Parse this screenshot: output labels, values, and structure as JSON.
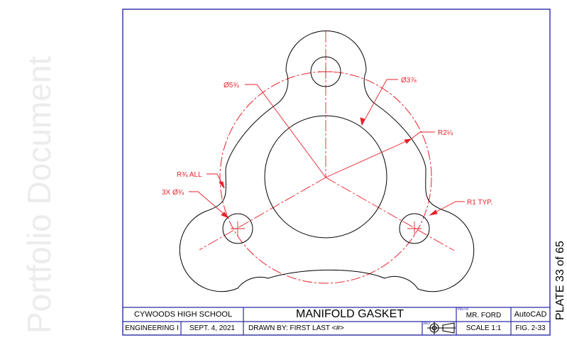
{
  "watermark": "Portfolio Document",
  "plate": "PLATE 33 of 65",
  "dimensions": {
    "d_bolt_circle": "Ø5¾",
    "d_center_hole": "Ø3⅞",
    "r_center": "R2¼",
    "r_fillet": "R¾ ALL",
    "bolt_holes": "3X Ø¾",
    "r_lobe": "R1 TYP."
  },
  "title_block": {
    "school": "CYWOODS HIGH SCHOOL",
    "title": "MANIFOLD GASKET",
    "instructor_tag": "INSTR",
    "instructor": "MR. FORD",
    "software": "AutoCAD",
    "course": "ENGINEERING I",
    "date": "SEPT. 4, 2021",
    "drawn_by": "DRAWN BY: FIRST LAST <#>",
    "symbol_tag": "3RD",
    "scale": "SCALE 1:1",
    "figure": "FIG. 2-33"
  },
  "colors": {
    "border": "#2a2aa8",
    "dimension": "#e8212b",
    "object_line": "#000000",
    "watermark": "#ececec"
  }
}
